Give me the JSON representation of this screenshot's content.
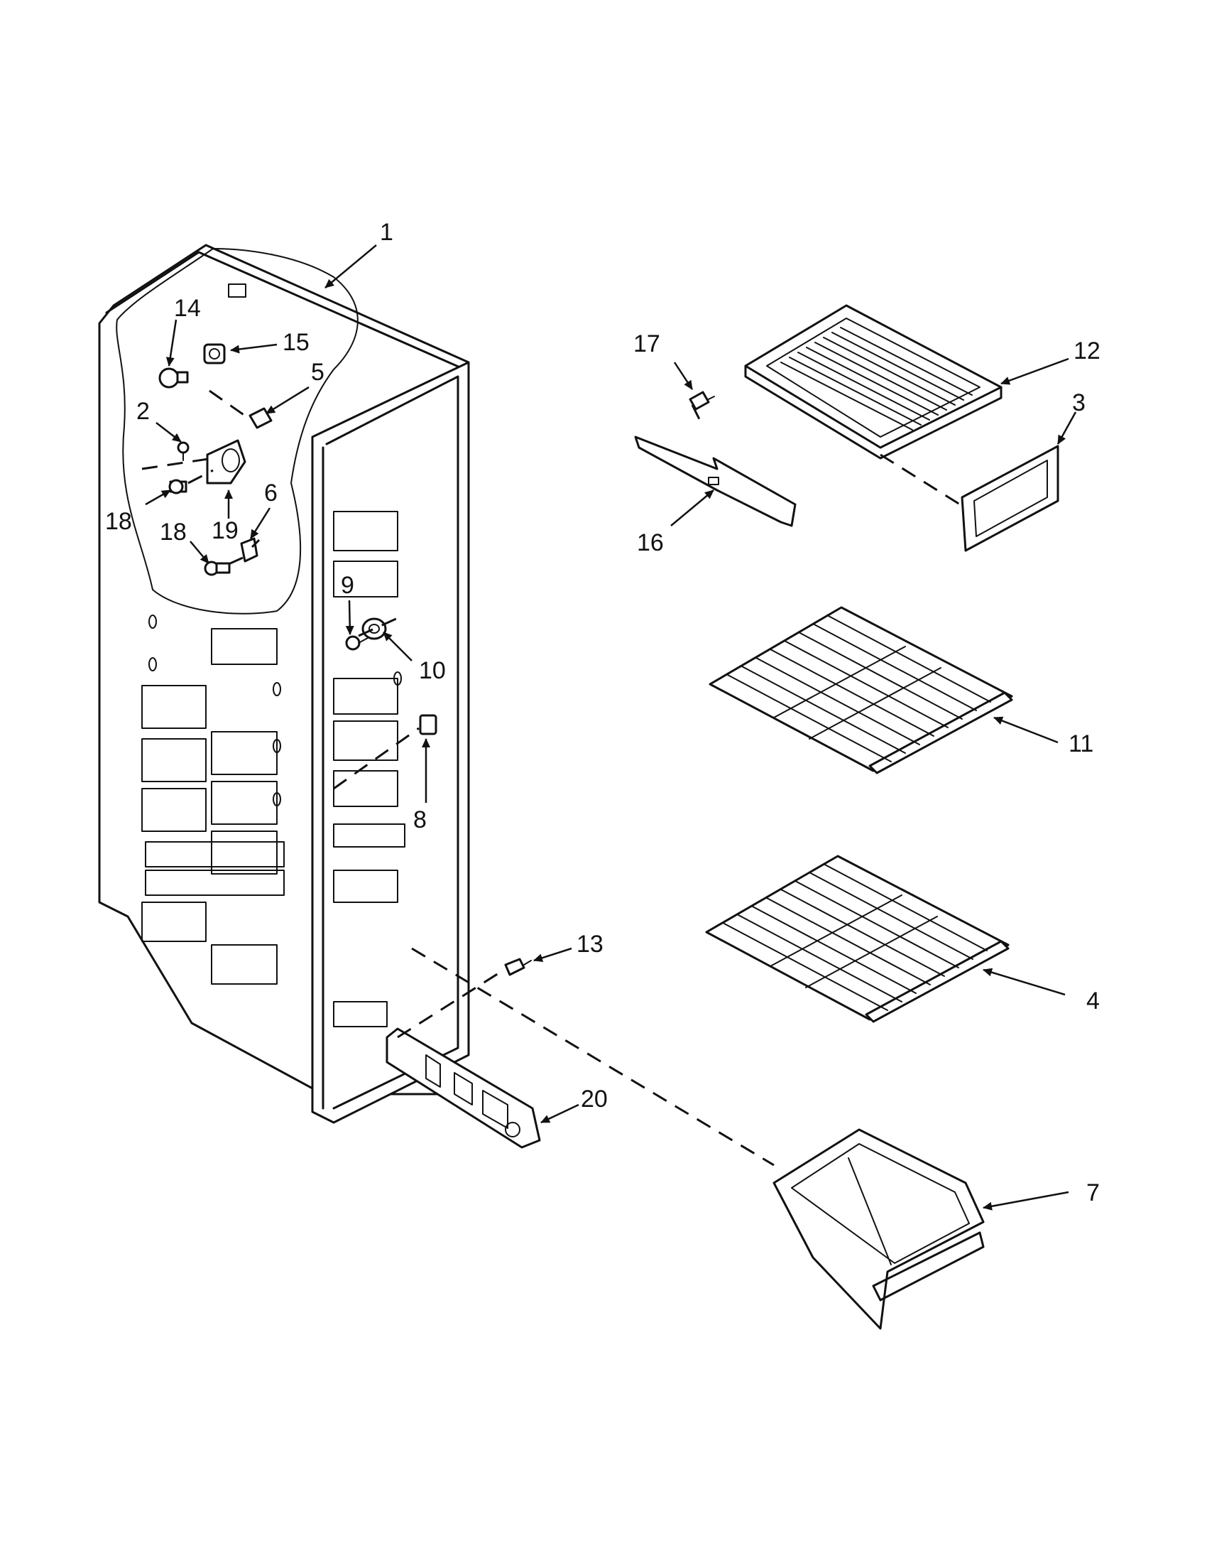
{
  "diagram": {
    "callouts": [
      {
        "id": "1",
        "text": "1"
      },
      {
        "id": "2",
        "text": "2"
      },
      {
        "id": "3",
        "text": "3"
      },
      {
        "id": "4",
        "text": "4"
      },
      {
        "id": "5",
        "text": "5"
      },
      {
        "id": "6",
        "text": "6"
      },
      {
        "id": "7",
        "text": "7"
      },
      {
        "id": "8",
        "text": "8"
      },
      {
        "id": "9",
        "text": "9"
      },
      {
        "id": "10",
        "text": "10"
      },
      {
        "id": "11",
        "text": "11"
      },
      {
        "id": "12",
        "text": "12"
      },
      {
        "id": "13",
        "text": "13"
      },
      {
        "id": "14",
        "text": "14"
      },
      {
        "id": "15",
        "text": "15"
      },
      {
        "id": "16",
        "text": "16"
      },
      {
        "id": "17",
        "text": "17"
      },
      {
        "id": "18a",
        "text": "18"
      },
      {
        "id": "18b",
        "text": "18"
      },
      {
        "id": "19",
        "text": "19"
      },
      {
        "id": "20",
        "text": "20"
      }
    ]
  }
}
